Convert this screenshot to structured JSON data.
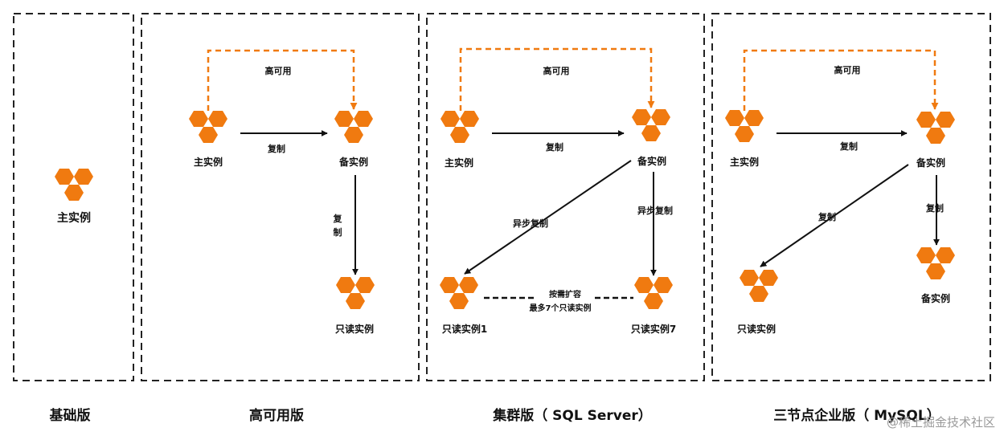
{
  "colors": {
    "accent": "#f07a10",
    "dashed_edge": "#f07a10",
    "line": "#111111",
    "watermark": "#9a9a9a"
  },
  "icon": "cloud-database-cluster-icon",
  "panels": [
    {
      "title": "基础版",
      "nodes": {
        "primary": "主实例"
      }
    },
    {
      "title": "高可用版",
      "nodes": {
        "primary": "主实例",
        "standby": "备实例",
        "readonly": "只读实例"
      },
      "edges": {
        "ha": "高可用",
        "replication": "复制",
        "replication2_l1": "复",
        "replication2_l2": "制"
      }
    },
    {
      "title": "集群版（ SQL Server）",
      "nodes": {
        "primary": "主实例",
        "standby": "备实例",
        "readonly1": "只读实例1",
        "readonly7": "只读实例7"
      },
      "edges": {
        "ha": "高可用",
        "replication": "复制",
        "async1": "异步复制",
        "async2": "异步复制",
        "scale_l1": "按需扩容",
        "scale_l2": "最多7个只读实例"
      }
    },
    {
      "title": "三节点企业版（ MySQL）",
      "nodes": {
        "primary": "主实例",
        "standby": "备实例",
        "readonly": "只读实例",
        "standby2": "备实例"
      },
      "edges": {
        "ha": "高可用",
        "replication": "复制",
        "replication2": "复制",
        "replication3": "复制"
      }
    }
  ],
  "watermark": "@稀土掘金技术社区"
}
